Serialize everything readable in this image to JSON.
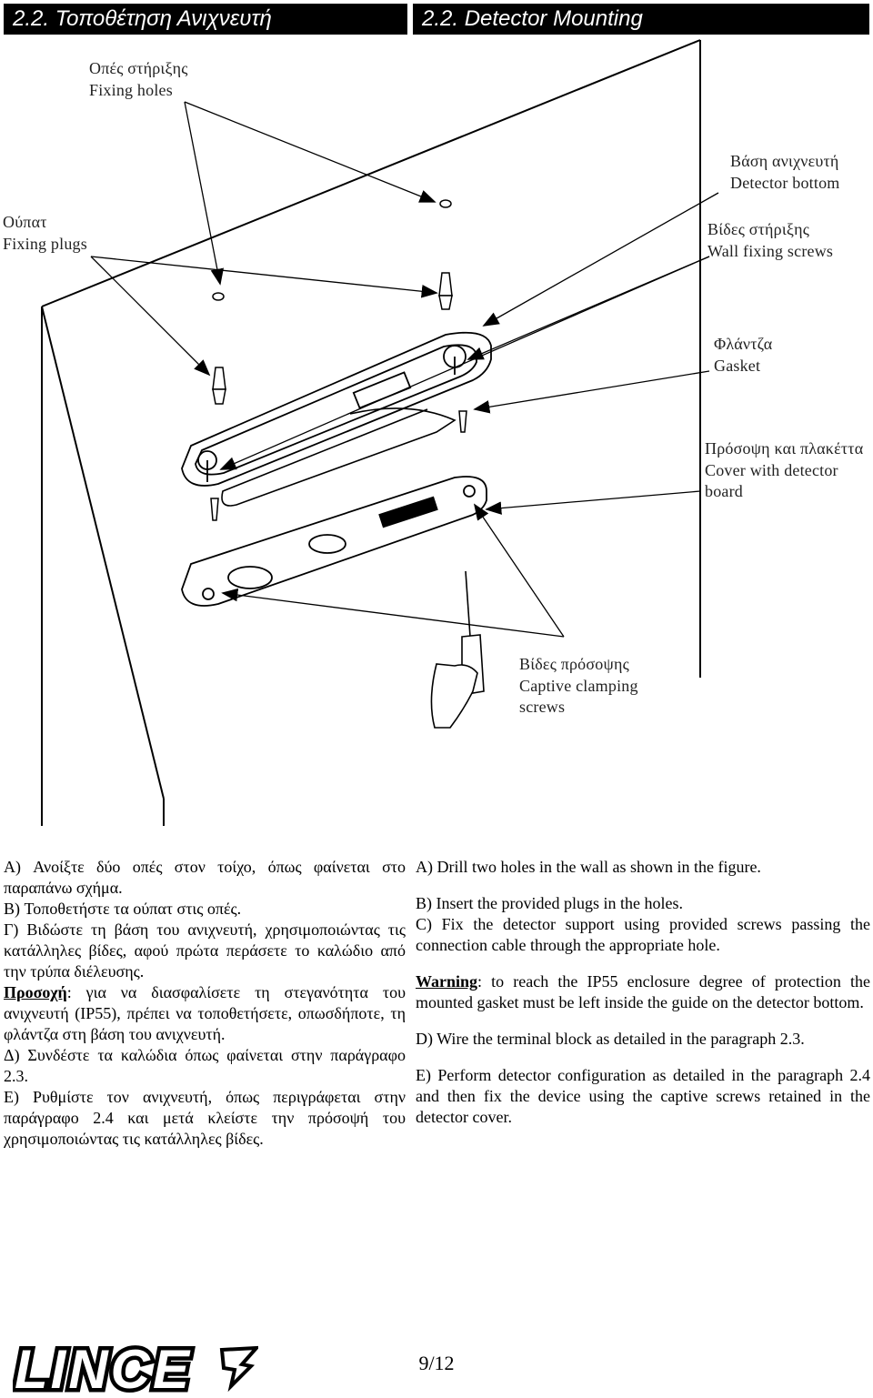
{
  "header": {
    "title_gr": "2.2. Τοποθέτηση Ανιχνευτή",
    "title_en": "2.2. Detector Mounting"
  },
  "figure": {
    "labels": {
      "fixing_holes_gr": "Οπές στήριξης",
      "fixing_holes_en": "Fixing holes",
      "fixing_plugs_gr": "Ούπατ",
      "fixing_plugs_en": "Fixing plugs",
      "detector_bottom_gr": "Βάση ανιχνευτή",
      "detector_bottom_en": "Detector bottom",
      "wall_screws_gr": "Βίδες στήριξης",
      "wall_screws_en": "Wall fixing screws",
      "gasket_gr": "Φλάντζα",
      "gasket_en": "Gasket",
      "cover_gr": "Πρόσοψη και πλακέττα",
      "cover_en_1": "Cover with detector",
      "cover_en_2": "board",
      "captive_gr": "Βίδες πρόσοψης",
      "captive_en_1": "Captive clamping",
      "captive_en_2": "screws"
    },
    "brand_mark": "LINCE"
  },
  "greek": {
    "a": "A) Ανοίξτε δύο οπές στον τοίχο, όπως φαίνεται στο παραπάνω σχήμα.",
    "b": "B) Τοποθετήστε τα ούπατ στις οπές.",
    "c": "Γ) Βιδώστε τη βάση του ανιχνευτή, χρησιμοποιώντας τις κατάλληλες βίδες, αφού πρώτα περάσετε το καλώδιο από την τρύπα διέλευσης.",
    "warning_label": "Προσοχή",
    "warning_text": ": για να διασφαλίσετε τη στεγανότητα του ανιχνευτή (IP55), πρέπει να τοποθετήσετε, οπωσδήποτε, τη φλάντζα στη βάση του ανιχνευτή.",
    "d": "Δ) Συνδέστε τα καλώδια όπως φαίνεται στην παράγραφο 2.3.",
    "e": "E) Ρυθμίστε τον ανιχνευτή, όπως περιγράφεται στην παράγραφο 2.4 και μετά κλείστε την πρόσοψή του χρησιμοποιώντας τις κατάλληλες βίδες."
  },
  "english": {
    "a": "A) Drill two holes in the wall as shown in the figure.",
    "b": "B) Insert the provided plugs in the holes.",
    "c": "C) Fix the detector support using provided screws passing the connection cable through the appropriate hole.",
    "warning_label": "Warning",
    "warning_text": ": to reach the IP55 enclosure degree of protection the mounted gasket must be left inside the guide on the detector bottom.",
    "d": "D) Wire the terminal block as detailed in the paragraph 2.3.",
    "e": "E) Perform detector configuration as detailed in the paragraph 2.4 and then fix the device using the captive screws retained in the detector cover."
  },
  "footer": {
    "page": "9/12",
    "logo": "LINCE"
  }
}
